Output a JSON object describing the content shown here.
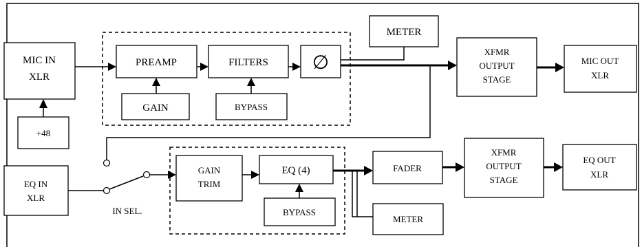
{
  "blocks": {
    "mic_in": [
      "MIC IN",
      "XLR"
    ],
    "phantom": "+48",
    "preamp": "PREAMP",
    "gain": "GAIN",
    "filters": "FILTERS",
    "bypass_filters": "BYPASS",
    "polarity_symbol": "∅",
    "meter_top": "METER",
    "xfmr_top": [
      "XFMR",
      "OUTPUT",
      "STAGE"
    ],
    "mic_out": [
      "MIC OUT",
      "XLR"
    ],
    "eq_in": [
      "EQ IN",
      "XLR"
    ],
    "in_sel": "IN SEL.",
    "gain_trim": [
      "GAIN",
      "TRIM"
    ],
    "eq4": "EQ (4)",
    "bypass_eq": "BYPASS",
    "fader": "FADER",
    "meter_bottom": "METER",
    "xfmr_bottom": [
      "XFMR",
      "OUTPUT",
      "STAGE"
    ],
    "eq_out": [
      "EQ OUT",
      "XLR"
    ]
  }
}
